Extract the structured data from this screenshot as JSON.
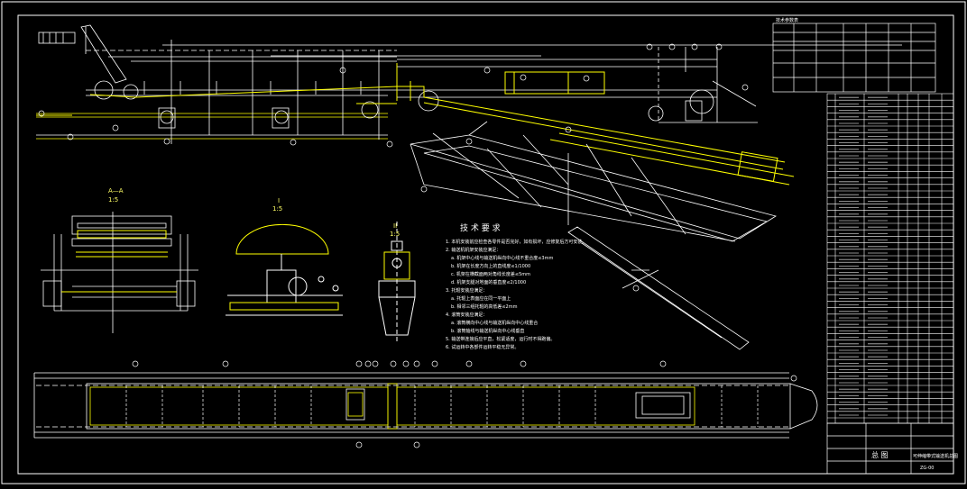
{
  "colors": {
    "background": "#000000",
    "frame": "#ffffff",
    "machine": "#ffff00",
    "hidden": "#ffffff",
    "dim": "#ffffff"
  },
  "views": {
    "section_aa": {
      "label": "A—A",
      "scale": "1:5"
    },
    "detail_i": {
      "label": "I",
      "scale": "1:5"
    },
    "detail_ii": {
      "label": "II",
      "scale": "1:5"
    }
  },
  "notes": {
    "heading": "技 术 要 求",
    "lines": [
      "1. 本机安装前应检查各零件是否完好，如有损坏，应修复后方可安装。",
      "2. 输送机机架安装应满足：",
      "a. 机架中心线与输送机纵向中心线不重合度≤3mm",
      "b. 机架在长度方向上的直线度≤1/1000",
      "c. 机架在横截面两对角线长度差≤5mm",
      "d. 机架支腿对地面的垂直度≤2/1000",
      "3. 托辊安装应满足：",
      "a. 托辊上表面应在同一平面上",
      "b. 相邻三组托辊的高低差≤2mm",
      "4. 滚筒安装应满足：",
      "a. 滚筒横向中心线与输送机纵向中心线重合",
      "b. 滚筒轴线与输送机纵向中心线垂直",
      "5. 输送带连接后应平直，松紧适度，运行时不得跑偏。",
      "6. 试运转中各部件运转平稳无异常。"
    ]
  },
  "title_block": {
    "drawing_title": "总 图",
    "company": "可伸缩带式输送机总图",
    "drawing_no": "ZG-00"
  },
  "upper_table": {
    "title": "技术参数表"
  }
}
